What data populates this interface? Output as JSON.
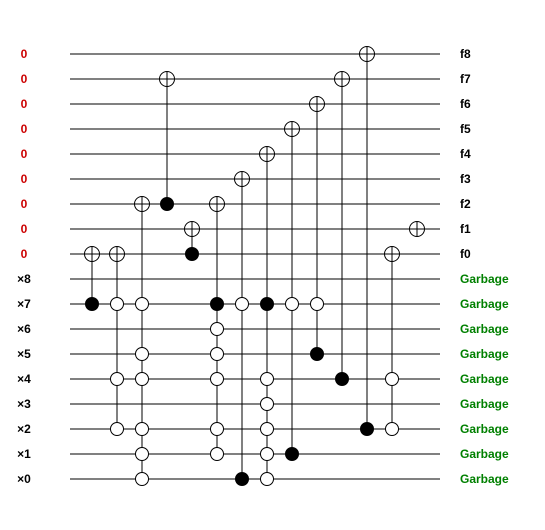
{
  "colors": {
    "input_const": "#cc0000",
    "garbage": "#008000",
    "wire": "#000000",
    "control_filled": "#000000",
    "control_open": "#ffffff",
    "label": "#000000"
  },
  "wires": [
    {
      "id": "w0",
      "left": "0",
      "right": "f8"
    },
    {
      "id": "w1",
      "left": "0",
      "right": "f7"
    },
    {
      "id": "w2",
      "left": "0",
      "right": "f6"
    },
    {
      "id": "w3",
      "left": "0",
      "right": "f5"
    },
    {
      "id": "w4",
      "left": "0",
      "right": "f4"
    },
    {
      "id": "w5",
      "left": "0",
      "right": "f3"
    },
    {
      "id": "w6",
      "left": "0",
      "right": "f2"
    },
    {
      "id": "w7",
      "left": "0",
      "right": "f1"
    },
    {
      "id": "w8",
      "left": "0",
      "right": "f0"
    },
    {
      "id": "w9",
      "left": "×8",
      "right": "Garbage"
    },
    {
      "id": "w10",
      "left": "×7",
      "right": "Garbage"
    },
    {
      "id": "w11",
      "left": "×6",
      "right": "Garbage"
    },
    {
      "id": "w12",
      "left": "×5",
      "right": "Garbage"
    },
    {
      "id": "w13",
      "left": "×4",
      "right": "Garbage"
    },
    {
      "id": "w14",
      "left": "×3",
      "right": "Garbage"
    },
    {
      "id": "w15",
      "left": "×2",
      "right": "Garbage"
    },
    {
      "id": "w16",
      "left": "×1",
      "right": "Garbage"
    },
    {
      "id": "w17",
      "left": "×0",
      "right": "Garbage"
    }
  ],
  "gates": [
    {
      "target": 8,
      "controls": [
        {
          "wire": 10,
          "filled": true
        }
      ]
    },
    {
      "target": 8,
      "controls": [
        {
          "wire": 10,
          "filled": false
        },
        {
          "wire": 13,
          "filled": false
        },
        {
          "wire": 15,
          "filled": false
        }
      ]
    },
    {
      "target": 6,
      "controls": [
        {
          "wire": 10,
          "filled": false
        },
        {
          "wire": 12,
          "filled": false
        },
        {
          "wire": 13,
          "filled": false
        },
        {
          "wire": 15,
          "filled": false
        },
        {
          "wire": 16,
          "filled": false
        },
        {
          "wire": 17,
          "filled": false
        }
      ]
    },
    {
      "target": 1,
      "controls": [
        {
          "wire": 6,
          "filled": true
        }
      ]
    },
    {
      "target": 7,
      "controls": [
        {
          "wire": 8,
          "filled": true
        }
      ]
    },
    {
      "target": 6,
      "controls": [
        {
          "wire": 10,
          "filled": true
        },
        {
          "wire": 11,
          "filled": false
        },
        {
          "wire": 12,
          "filled": false
        },
        {
          "wire": 13,
          "filled": false
        },
        {
          "wire": 15,
          "filled": false
        },
        {
          "wire": 16,
          "filled": false
        }
      ]
    },
    {
      "target": 5,
      "controls": [
        {
          "wire": 10,
          "filled": false
        },
        {
          "wire": 17,
          "filled": true
        }
      ]
    },
    {
      "target": 4,
      "controls": [
        {
          "wire": 10,
          "filled": true
        },
        {
          "wire": 13,
          "filled": false
        },
        {
          "wire": 14,
          "filled": false
        },
        {
          "wire": 15,
          "filled": false
        },
        {
          "wire": 16,
          "filled": false
        },
        {
          "wire": 17,
          "filled": false
        }
      ]
    },
    {
      "target": 3,
      "controls": [
        {
          "wire": 10,
          "filled": false
        },
        {
          "wire": 16,
          "filled": true
        }
      ]
    },
    {
      "target": 2,
      "controls": [
        {
          "wire": 10,
          "filled": false
        },
        {
          "wire": 12,
          "filled": true
        }
      ]
    },
    {
      "target": 1,
      "controls": [
        {
          "wire": 13,
          "filled": true
        }
      ]
    },
    {
      "target": 0,
      "controls": [
        {
          "wire": 15,
          "filled": true
        }
      ]
    },
    {
      "target": 8,
      "controls": [
        {
          "wire": 13,
          "filled": false
        },
        {
          "wire": 15,
          "filled": false
        }
      ]
    },
    {
      "target": 7,
      "controls": []
    }
  ]
}
